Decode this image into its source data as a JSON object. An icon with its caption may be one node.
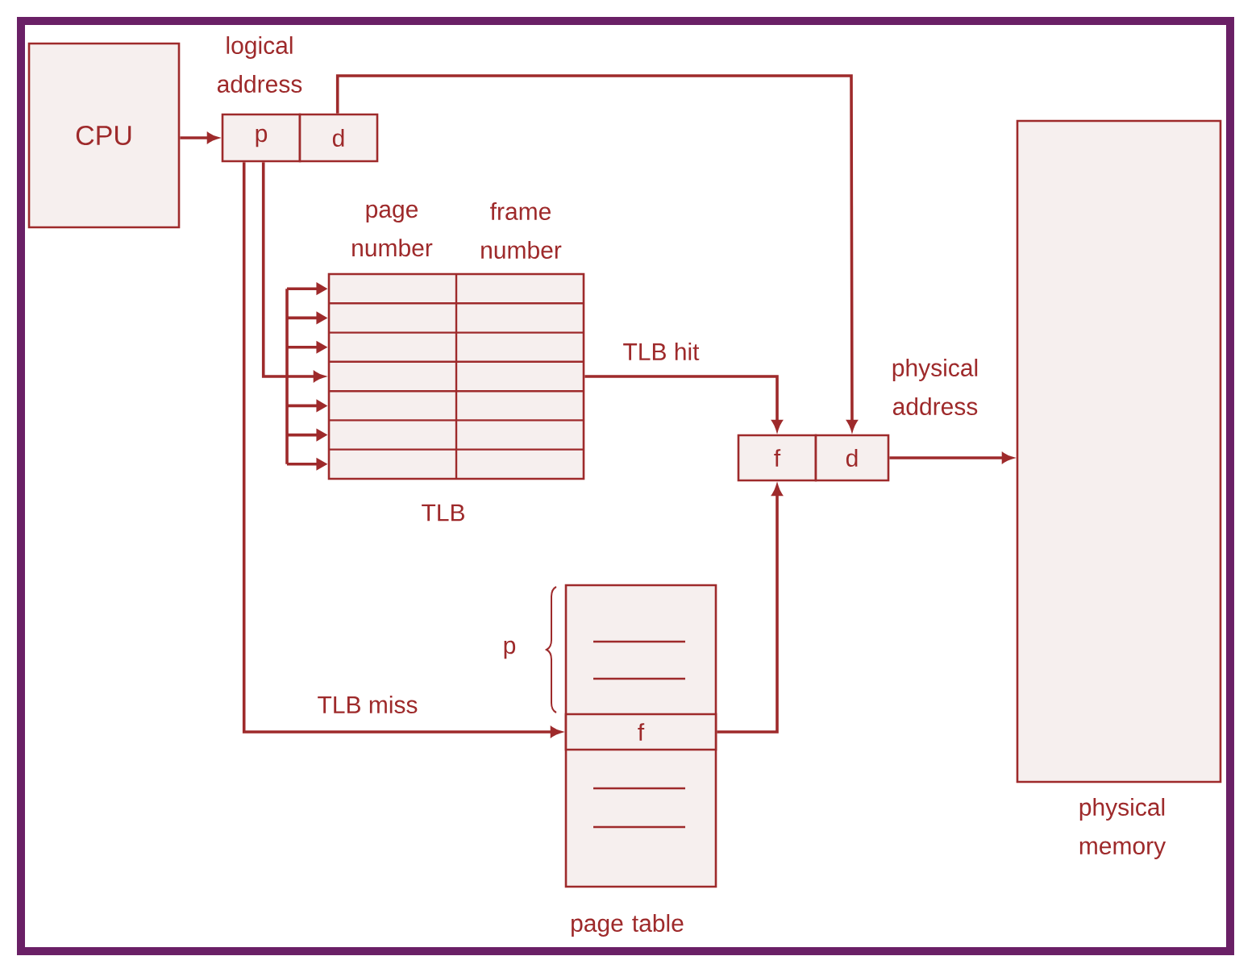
{
  "diagram": {
    "nodes": [
      {
        "text": [
          "CPU"
        ]
      },
      {
        "text": [
          "p"
        ]
      },
      {
        "text": [
          "d"
        ]
      },
      {
        "text": [
          "page number",
          "frame number"
        ],
        "beside": [
          "TLB"
        ]
      },
      {
        "text": [
          "f"
        ]
      },
      {
        "text": [
          "d"
        ]
      },
      {
        "text": [],
        "shape": "box",
        "beside": [
          "page table"
        ]
      },
      {
        "text": [
          "f"
        ],
        "in": 6
      },
      {
        "text": [],
        "shape": "box",
        "beside": [
          "physical memory"
        ]
      }
    ],
    "edges": [
      {
        "from": 0,
        "to": 1,
        "arrow": "to"
      },
      {
        "from": 2,
        "to": 5,
        "arrow": "to"
      },
      {
        "from": 1,
        "to": 3,
        "arrow": "to"
      },
      {
        "from": 3,
        "to": 4,
        "arrow": "to",
        "label": "TLB hit"
      },
      {
        "from": 1,
        "to": 7,
        "arrow": "to",
        "label": "TLB miss"
      },
      {
        "from": 7,
        "to": 4,
        "arrow": "to"
      },
      {
        "from": 5,
        "to": 8,
        "arrow": "to"
      }
    ],
    "labels": [
      "logical address",
      "physical address",
      "p"
    ]
  }
}
